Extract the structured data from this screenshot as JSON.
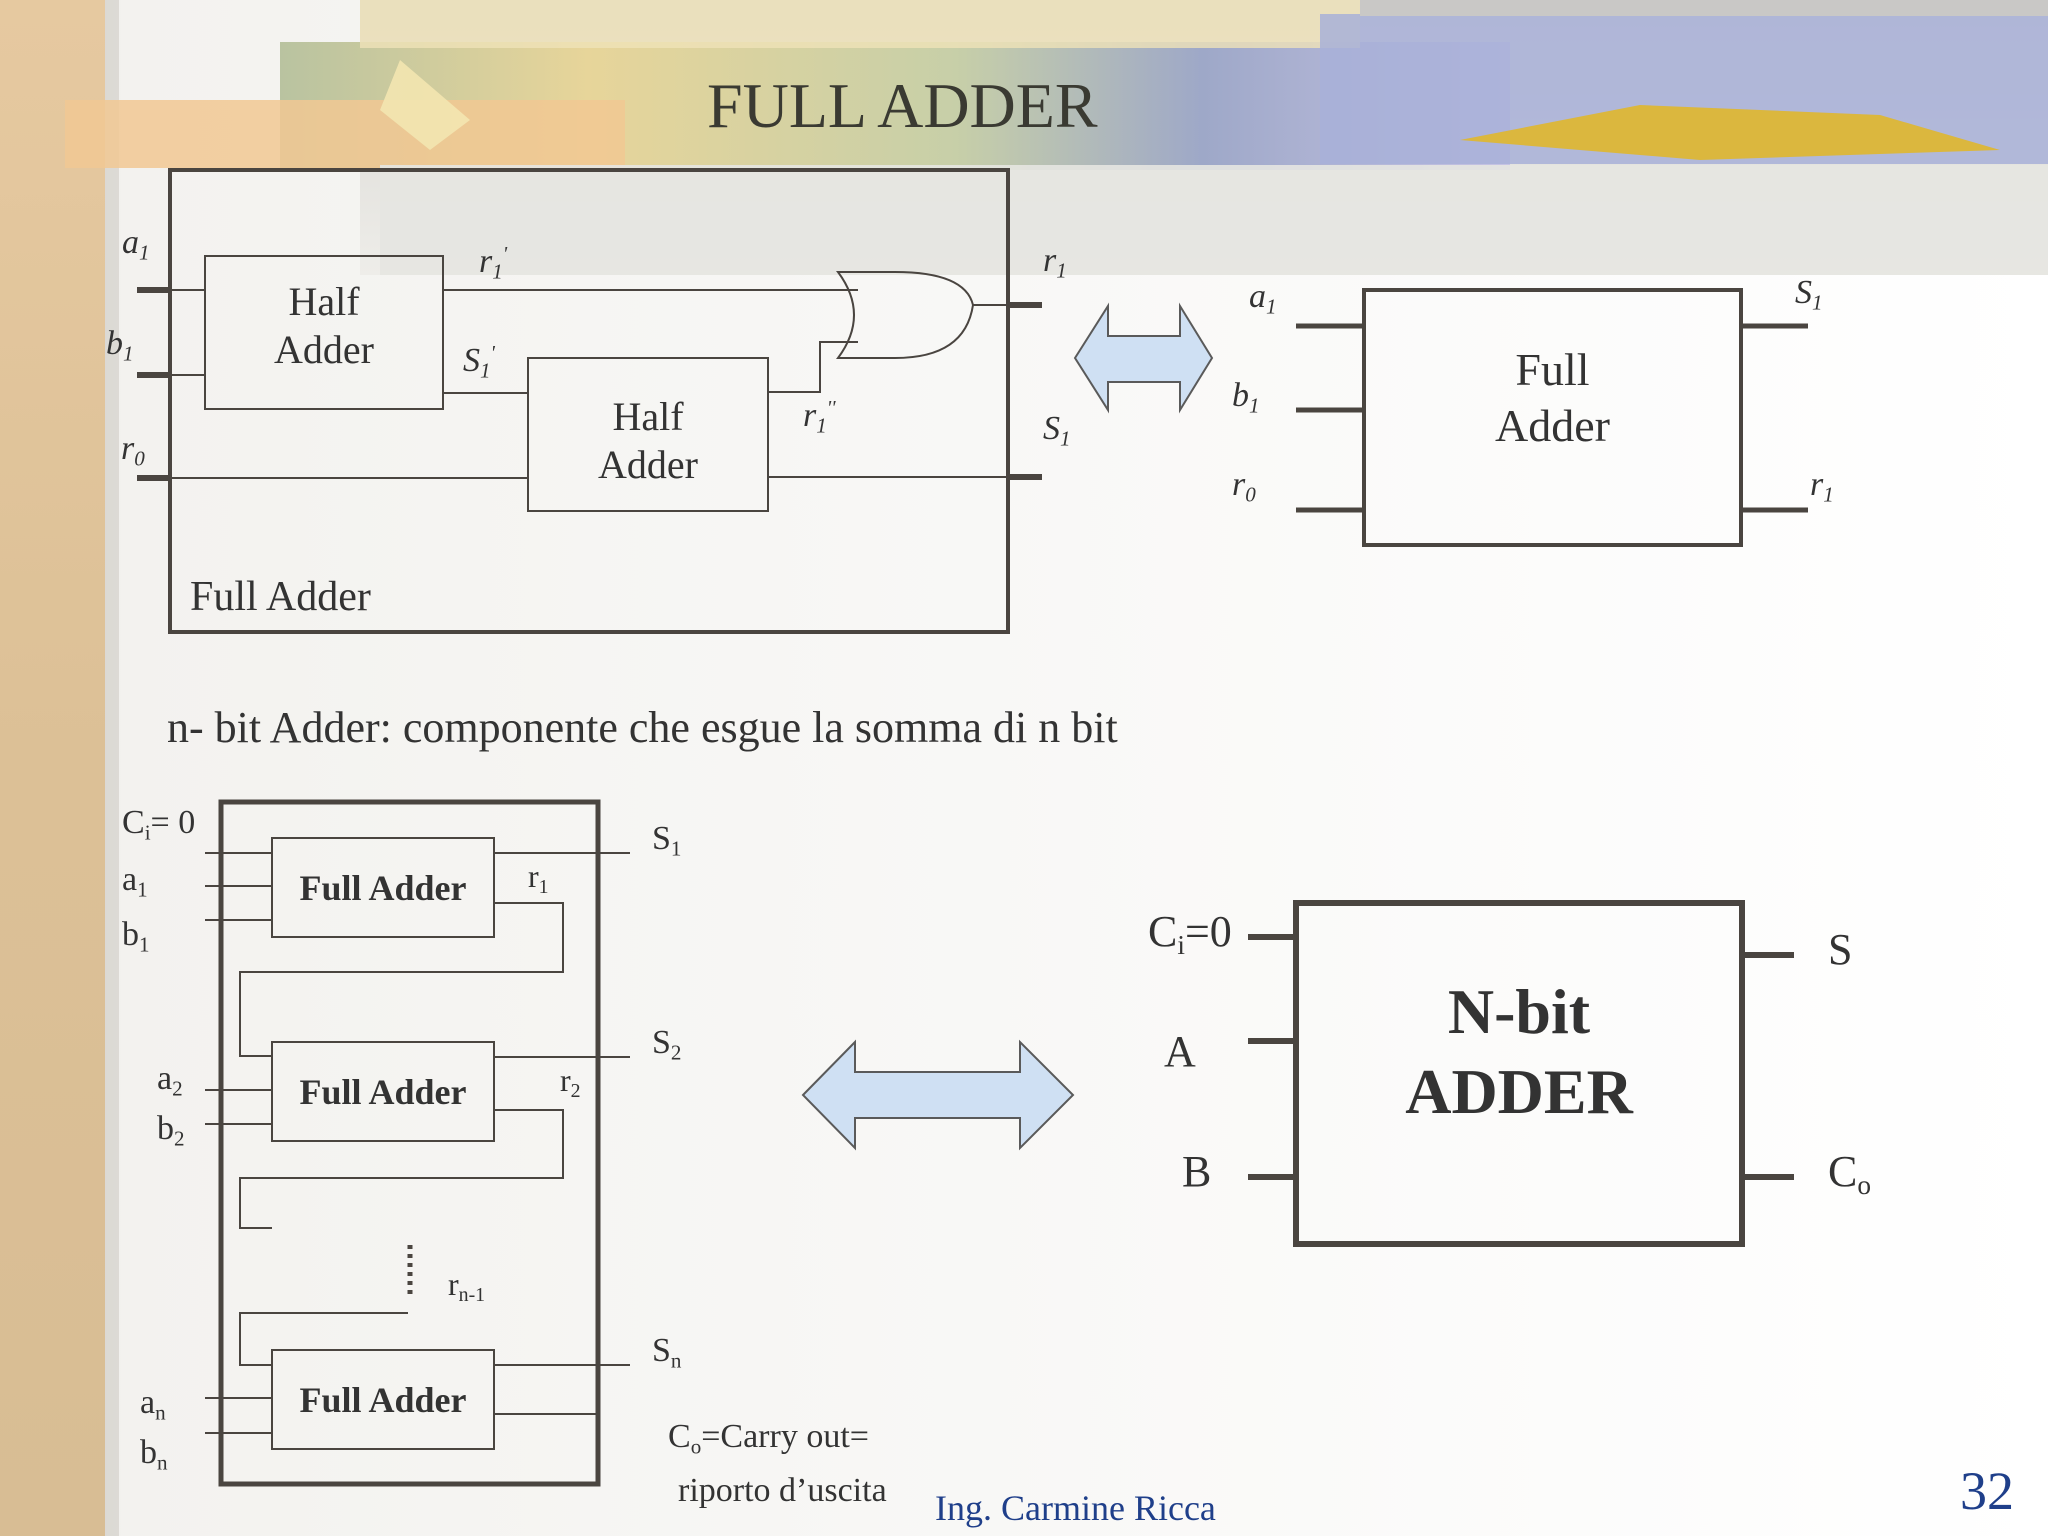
{
  "slide": {
    "title": "FULL ADDER",
    "subtitle": "n- bit Adder: componente che esgue la somma di n bit",
    "author": "Ing. Carmine Ricca",
    "page_number": "32"
  },
  "top_circuit": {
    "container_label": "Full Adder",
    "half_adder_1": [
      "Half",
      "Adder"
    ],
    "half_adder_2": [
      "Half",
      "Adder"
    ],
    "inputs": {
      "a": "a",
      "a_sub": "1",
      "b": "b",
      "b_sub": "1",
      "r": "r",
      "r_sub": "0"
    },
    "wires": {
      "r1p": "r",
      "r1p_sub": "1",
      "r1p_mark": "'",
      "s1p": "S",
      "s1p_sub": "1",
      "s1p_mark": "'",
      "r1pp": "r",
      "r1pp_sub": "1",
      "r1pp_mark": "''"
    },
    "outputs": {
      "r": "r",
      "r_sub": "1",
      "s": "S",
      "s_sub": "1"
    }
  },
  "full_adder_block": {
    "label": [
      "Full",
      "Adder"
    ],
    "inputs": {
      "a": "a",
      "a_sub": "1",
      "b": "b",
      "b_sub": "1",
      "r": "r",
      "r_sub": "0"
    },
    "outputs": {
      "s": "S",
      "s_sub": "1",
      "r": "r",
      "r_sub": "1"
    }
  },
  "chain": {
    "cin": "C",
    "cin_sub": "i",
    "cin_val": "= 0",
    "fa_label": "Full Adder",
    "a1": "a",
    "a1_sub": "1",
    "b1": "b",
    "b1_sub": "1",
    "a2": "a",
    "a2_sub": "2",
    "b2": "b",
    "b2_sub": "2",
    "an": "a",
    "an_sub": "n",
    "bn": "b",
    "bn_sub": "n",
    "r1": "r",
    "r1_sub": "1",
    "r2": "r",
    "r2_sub": "2",
    "rn1": "r",
    "rn1_sub": "n-1",
    "s1": "S",
    "s1_sub": "1",
    "s2": "S",
    "s2_sub": "2",
    "sn": "S",
    "sn_sub": "n",
    "note_1": "C",
    "note_1_sub": "o",
    "note_1_rest": "=Carry out=",
    "note_2": "riporto d’uscita"
  },
  "nbit_block": {
    "label_1": "N-bit",
    "label_2": "ADDER",
    "cin": "C",
    "cin_sub": "i",
    "cin_val": "=0",
    "a": "A",
    "b": "B",
    "s": "S",
    "co": "C",
    "co_sub": "o"
  },
  "colors": {
    "arrow_fill": "#cfe0f3",
    "line": "#4a4540",
    "text": "#333333"
  }
}
